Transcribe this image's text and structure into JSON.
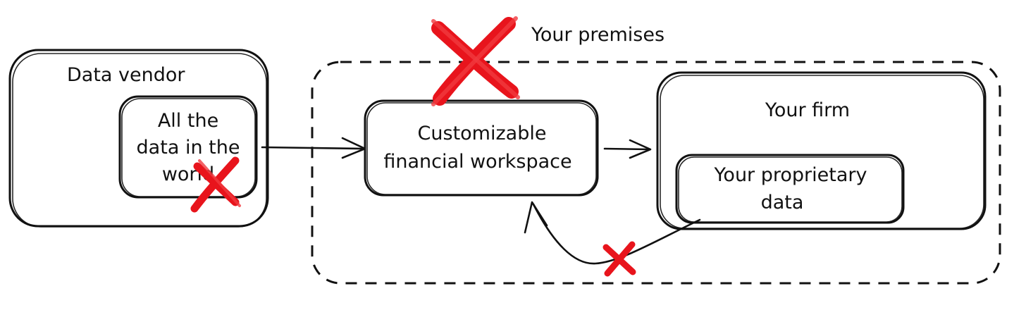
{
  "premises": {
    "label": "Your premises"
  },
  "vendor": {
    "title": "Data vendor",
    "inner_lines": [
      "All the",
      "data in the",
      "world"
    ]
  },
  "workspace": {
    "lines": [
      "Customizable",
      "financial workspace"
    ]
  },
  "firm": {
    "title": "Your firm",
    "inner_lines": [
      "Your proprietary",
      "data"
    ]
  },
  "colors": {
    "ink": "#111111",
    "cross": "#e8141c"
  },
  "icons": [
    "cross-mark-icon",
    "arrow-icon"
  ]
}
